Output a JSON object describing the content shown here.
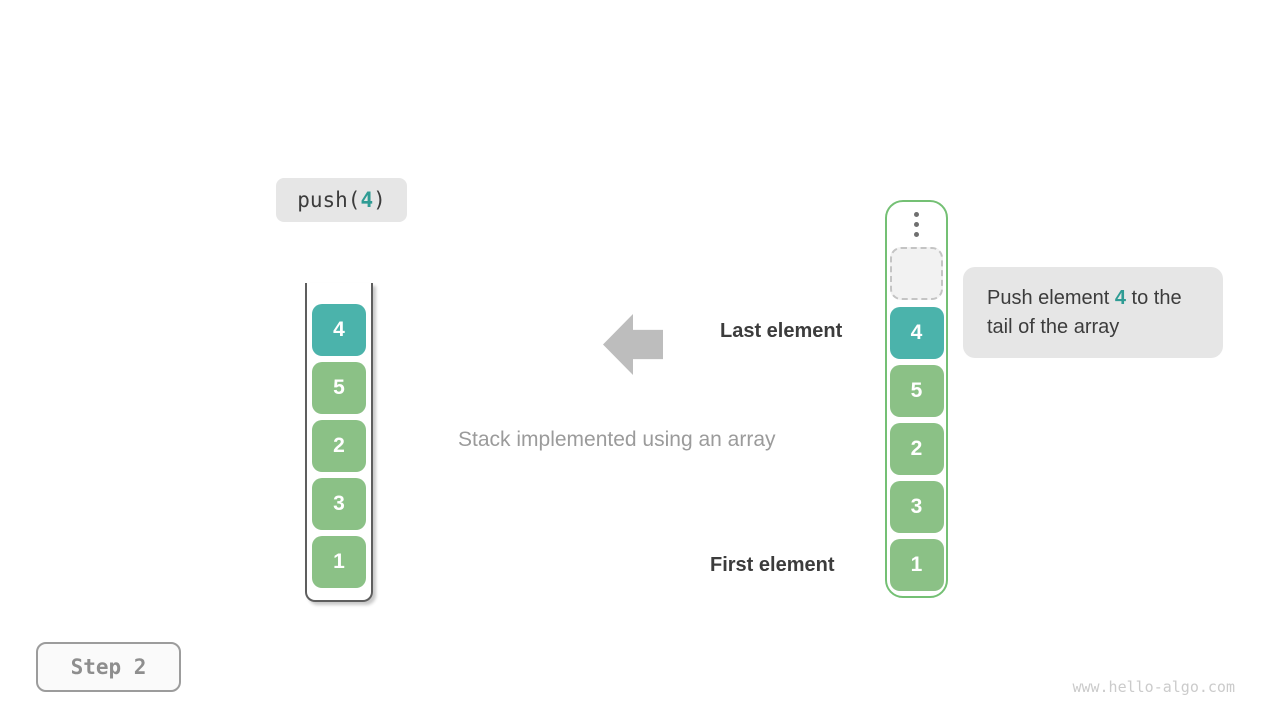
{
  "colors": {
    "teal": "#4bb3ab",
    "teal-text": "#2f9c94",
    "green": "#8bc186",
    "container-green": "#74c074",
    "label-bg": "#e6e6e6",
    "dark-text": "#3c3c3c",
    "gray-text": "#9b9b9b",
    "arrow-gray": "#bdbdbd",
    "step-gray": "#8e8e8e",
    "watermark-gray": "#cbcbcb"
  },
  "operation_label": {
    "prefix": "push(",
    "arg": "4",
    "suffix": ")"
  },
  "left_stack": {
    "items": [
      {
        "value": "4",
        "highlight": true
      },
      {
        "value": "5",
        "highlight": false
      },
      {
        "value": "2",
        "highlight": false
      },
      {
        "value": "3",
        "highlight": false
      },
      {
        "value": "1",
        "highlight": false
      }
    ]
  },
  "right_stack": {
    "ellipsis_icon": "vertical-ellipsis",
    "empty_slot": "dashed-placeholder",
    "items": [
      {
        "value": "4",
        "highlight": true
      },
      {
        "value": "5",
        "highlight": false
      },
      {
        "value": "2",
        "highlight": false
      },
      {
        "value": "3",
        "highlight": false
      },
      {
        "value": "1",
        "highlight": false
      }
    ]
  },
  "annotations": {
    "last_element": "Last element",
    "first_element": "First element",
    "caption": "Stack implemented using an array",
    "arrow_icon": "left-block-arrow"
  },
  "tooltip": {
    "text_before": "Push element ",
    "value": "4",
    "text_after": " to the tail of the array"
  },
  "step_badge": {
    "label": "Step 2"
  },
  "watermark": "www.hello-algo.com"
}
